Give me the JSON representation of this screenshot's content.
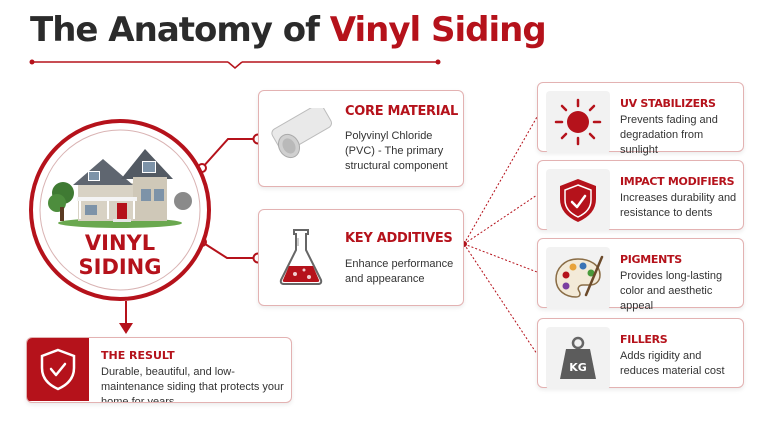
{
  "title": {
    "part1": "The Anatomy of",
    "part2": "Vinyl Siding"
  },
  "colors": {
    "accent": "#b5121b",
    "dark": "#2b2b2b",
    "border": "#e3b2b2"
  },
  "center": {
    "line1": "VINYL",
    "line2": "SIDING",
    "image": "house-illustration"
  },
  "core": {
    "title": "CORE MATERIAL",
    "description": "Polyvinyl Chloride (PVC) - The primary structural component",
    "icon": "pvc-pipe-icon"
  },
  "additives": {
    "title": "KEY ADDITIVES",
    "description": "Enhance performance and appearance",
    "icon": "flask-icon"
  },
  "result": {
    "title": "THE RESULT",
    "description": "Durable, beautiful, and low-maintenance siding that protects your home for years.",
    "icon": "shield-check-icon"
  },
  "additive_items": [
    {
      "title": "UV STABILIZERS",
      "description": "Prevents fading and degradation from sunlight",
      "icon": "sun-icon"
    },
    {
      "title": "IMPACT MODIFIERS",
      "description": "Increases durability and resistance to dents",
      "icon": "shield-icon"
    },
    {
      "title": "PIGMENTS",
      "description": "Provides long-lasting color and aesthetic appeal",
      "icon": "palette-icon"
    },
    {
      "title": "FILLERS",
      "description": "Adds rigidity and reduces material cost",
      "icon": "weight-icon",
      "icon_text": "KG"
    }
  ]
}
